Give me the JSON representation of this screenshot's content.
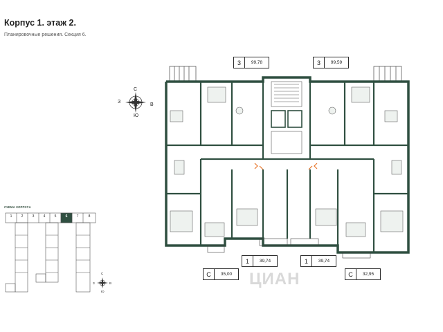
{
  "header": {
    "title": "Корпус 1. этаж 2.",
    "subtitle": "Планировочные решения. Секция 6."
  },
  "compass": {
    "north": "С",
    "south": "Ю",
    "west": "З",
    "east": "В"
  },
  "schema": {
    "label": "СХЕМА КОРПУСА",
    "top_sections": [
      "1",
      "2",
      "3",
      "4",
      "5",
      "6",
      "7",
      "8"
    ],
    "active_section": "6"
  },
  "apartments_top": [
    {
      "type": "3",
      "area": "99,78"
    },
    {
      "type": "3",
      "area": "99,59"
    }
  ],
  "apartments_bottom": [
    {
      "type": "С",
      "area": "35,00"
    },
    {
      "type": "1",
      "area": "39,74"
    },
    {
      "type": "1",
      "area": "39,74"
    },
    {
      "type": "С",
      "area": "32,95"
    }
  ],
  "watermark": "ЦИАН",
  "colors": {
    "wall": "#2f4f40",
    "accent": "#e8752a",
    "line": "#333333"
  }
}
